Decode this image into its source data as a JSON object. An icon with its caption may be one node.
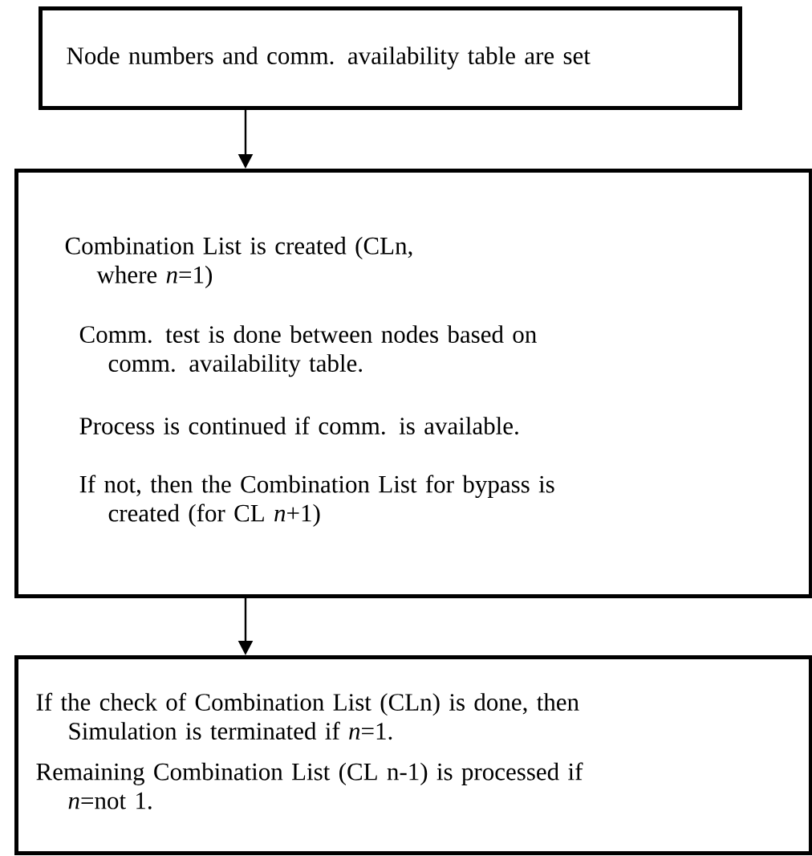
{
  "diagram": {
    "nodes": [
      {
        "text": [
          "Node numbers and comm. availability table are set"
        ]
      },
      {
        "text": [
          "Combination List is created (CLn, where *n*=1)",
          "Comm. test is done between nodes based on comm. availability table.",
          "Process is continued if comm. is available.",
          "If not, then the Combination List for bypass is created (for CL *n*+1)"
        ]
      },
      {
        "text": [
          "If the check of Combination List (CLn) is done, then Simulation is terminated if *n*=1.",
          "Remaining Combination List (CL n-1) is processed if *n*=not 1."
        ]
      }
    ],
    "edges": [
      {
        "from": 0,
        "to": 1,
        "arrow": "to"
      },
      {
        "from": 1,
        "to": 2,
        "arrow": "to"
      }
    ]
  }
}
